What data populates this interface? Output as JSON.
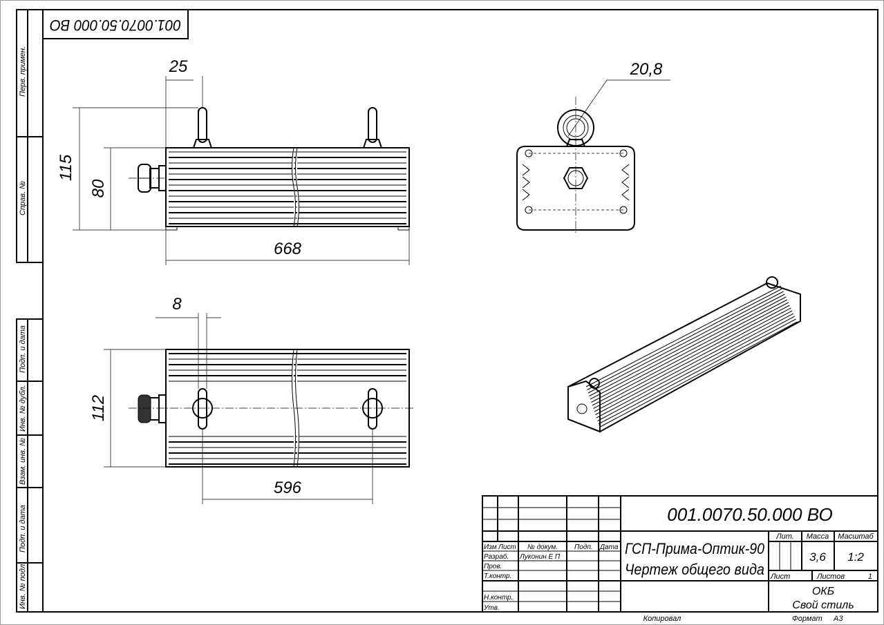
{
  "stamp_code_rotated": "001.0070.50.000 ВО",
  "side_labels": [
    "Перв. примен.",
    "Справ. №",
    "Подп. и дата",
    "Инв. № дубл.",
    "Взам. инв. №",
    "Подп. и дата",
    "Инв. № подл."
  ],
  "dimensions": {
    "lug_offset": "25",
    "total_height": "115",
    "body_height": "80",
    "length": "668",
    "slot_width": "8",
    "width": "112",
    "mount_distance": "596",
    "eye_diameter": "20,8"
  },
  "title_block": {
    "designation": "001.0070.50.000 ВО",
    "name_line1": "ГСП-Прима-Оптик-90",
    "name_line2": "Чертеж общего вида",
    "col_izm": "Изм",
    "col_list": "Лист",
    "col_doc": "№ докум.",
    "col_sign": "Подп.",
    "col_date": "Дата",
    "role_developer": "Разраб.",
    "developer_name": "Луконин Е П",
    "role_checker": "Пров.",
    "role_tcontrol": "Т.контр.",
    "role_ncontrol": "Н.контр.",
    "role_approved": "Утв.",
    "lit_label": "Лит.",
    "mass_label": "Масса",
    "scale_label": "Масштаб",
    "mass": "3,6",
    "scale": "1:2",
    "sheet_label": "Лист",
    "sheets_label": "Листов",
    "sheets": "1",
    "org1": "ОКБ",
    "org2": "Свой стиль",
    "copied": "Копировал",
    "format_label": "Формат",
    "format": "А3"
  }
}
